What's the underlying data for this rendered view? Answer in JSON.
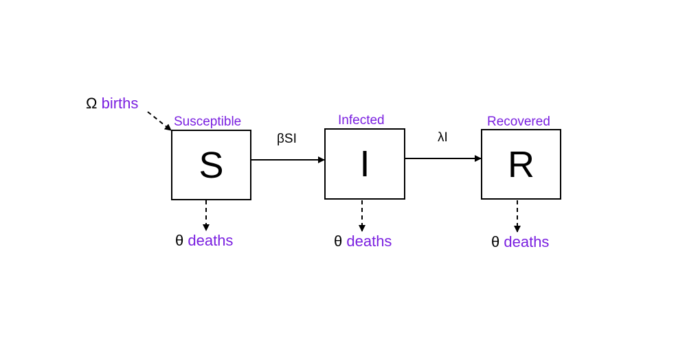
{
  "compartments": [
    {
      "letter": "S",
      "label": "Susceptible"
    },
    {
      "letter": "I",
      "label": "Infected"
    },
    {
      "letter": "R",
      "label": "Recovered"
    }
  ],
  "transitions": [
    {
      "rate": "βSI"
    },
    {
      "rate": "λI"
    }
  ],
  "births": {
    "symbol": "Ω",
    "text": "births"
  },
  "deaths": [
    {
      "symbol": "θ",
      "text": "deaths"
    },
    {
      "symbol": "θ",
      "text": "deaths"
    },
    {
      "symbol": "θ",
      "text": "deaths"
    }
  ],
  "colors": {
    "label_purple": "#7a1fe0",
    "line": "#000000"
  }
}
